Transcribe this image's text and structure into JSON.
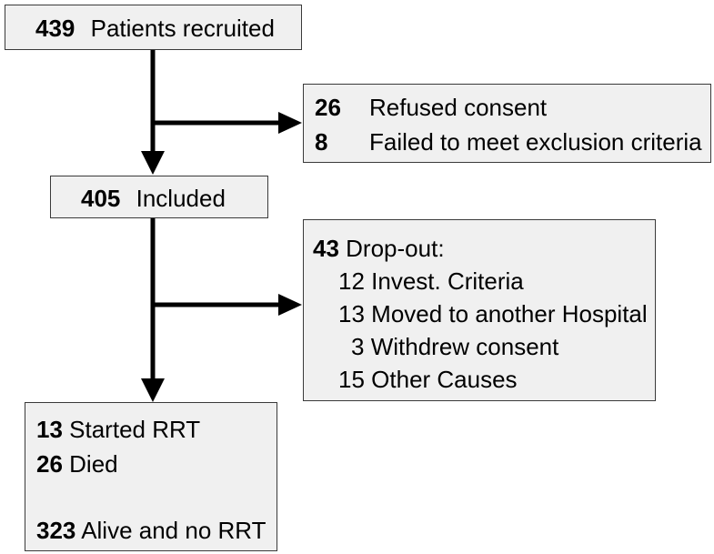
{
  "recruited": {
    "count": "439",
    "label": "Patients recruited"
  },
  "excluded": {
    "items": [
      {
        "count": "26",
        "label": "Refused consent"
      },
      {
        "count": "8",
        "label": "Failed to meet exclusion criteria"
      }
    ]
  },
  "included": {
    "count": "405",
    "label": "Included"
  },
  "dropout": {
    "count": "43",
    "label": "Drop-out:",
    "items": [
      {
        "count": "12",
        "label": "Invest. Criteria"
      },
      {
        "count": "13",
        "label": "Moved to another Hospital"
      },
      {
        "count": "3",
        "label": "Withdrew consent"
      },
      {
        "count": "15",
        "label": "Other Causes"
      }
    ]
  },
  "outcomes": {
    "items": [
      {
        "count": "13",
        "label": "Started RRT"
      },
      {
        "count": "26",
        "label": "Died"
      },
      {
        "count": "323",
        "label": "Alive and no RRT"
      }
    ]
  },
  "colors": {
    "box_fill": "#f0f0f0",
    "box_border": "#3a3a3a",
    "arrow": "#000000"
  }
}
